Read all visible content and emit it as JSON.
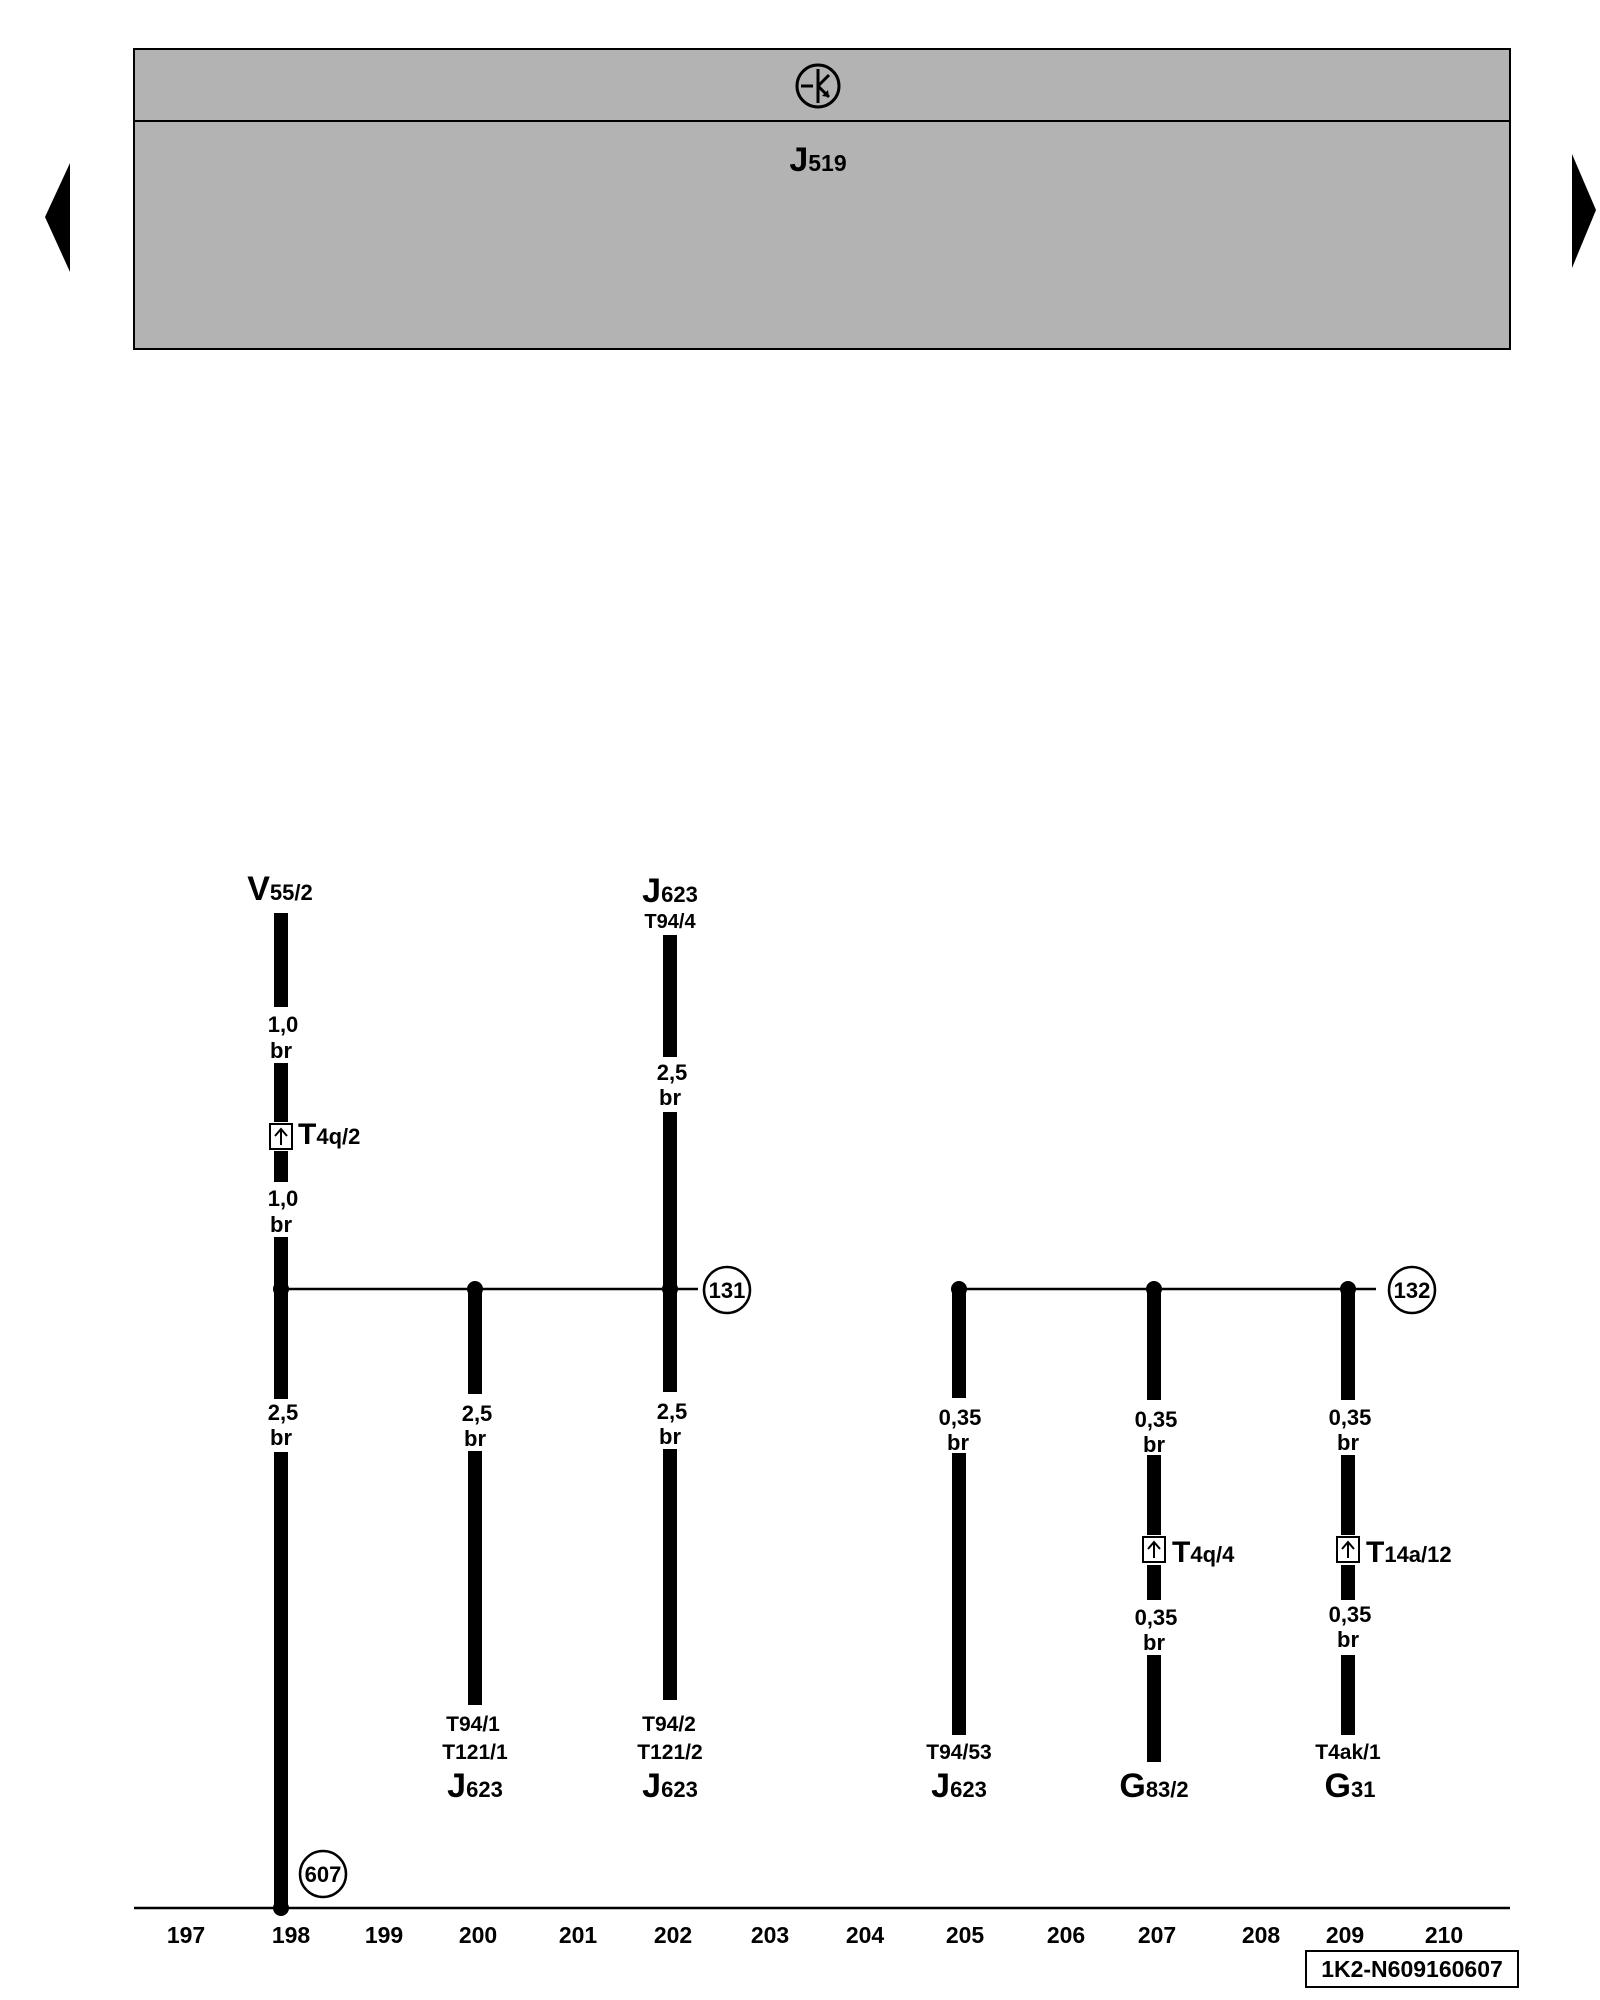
{
  "header": {
    "symbol": "electronic-control-icon",
    "module": {
      "main": "J",
      "sub": "519"
    }
  },
  "nav": {
    "prev": "previous-page-arrow",
    "next": "next-page-arrow"
  },
  "top_labels": {
    "v55": {
      "main": "V",
      "sub": "55/2"
    },
    "j623_top": {
      "main": "J",
      "sub": "623",
      "pin": "T94/4"
    }
  },
  "wire_labels": {
    "w198_a": {
      "size": "1,0",
      "color": "br"
    },
    "w198_b": {
      "size": "1,0",
      "color": "br"
    },
    "w198_c": {
      "size": "2,5",
      "color": "br"
    },
    "w200": {
      "size": "2,5",
      "color": "br"
    },
    "w202_a": {
      "size": "2,5",
      "color": "br"
    },
    "w202_b": {
      "size": "2,5",
      "color": "br"
    },
    "w205": {
      "size": "0,35",
      "color": "br"
    },
    "w207_a": {
      "size": "0,35",
      "color": "br"
    },
    "w207_b": {
      "size": "0,35",
      "color": "br"
    },
    "w209_a": {
      "size": "0,35",
      "color": "br"
    },
    "w209_b": {
      "size": "0,35",
      "color": "br"
    }
  },
  "connectors": {
    "c198": {
      "main": "T",
      "sub": "4q/2"
    },
    "c207": {
      "main": "T",
      "sub": "4q/4"
    },
    "c209": {
      "main": "T",
      "sub": "14a/12"
    }
  },
  "refs": {
    "r131": "131",
    "r132": "132",
    "r607": "607"
  },
  "bottom_labels": {
    "b200": {
      "pin1": "T94/1",
      "pin2": "T121/1",
      "main": "J",
      "sub": "623"
    },
    "b202": {
      "pin1": "T94/2",
      "pin2": "T121/2",
      "main": "J",
      "sub": "623"
    },
    "b205": {
      "pin1": "T94/53",
      "main": "J",
      "sub": "623"
    },
    "b207": {
      "main": "G",
      "sub": "83/2"
    },
    "b209": {
      "pin1": "T4ak/1",
      "main": "G",
      "sub": "31"
    }
  },
  "tracks": [
    "197",
    "198",
    "199",
    "200",
    "201",
    "202",
    "203",
    "204",
    "205",
    "206",
    "207",
    "208",
    "209",
    "210"
  ],
  "document_id": "1K2-N609160607"
}
